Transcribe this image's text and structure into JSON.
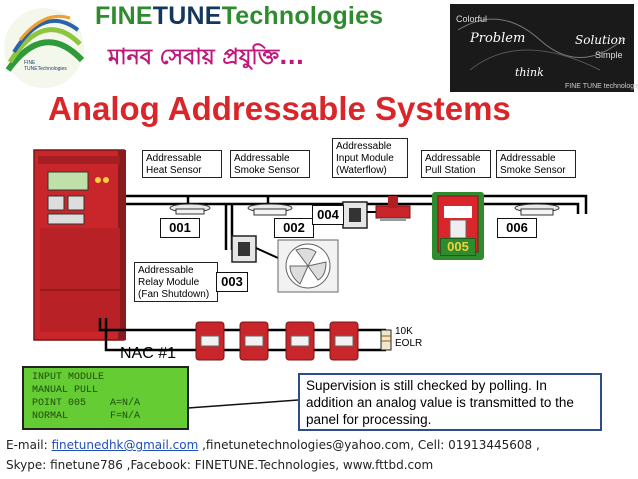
{
  "brand": {
    "title_part1": "FINE",
    "title_part2": "TUNE",
    "title_part3": "Technologies",
    "tagline": "মানব সেবায় প্রযুক্তি...",
    "logo_text": "FINE TUNETechnologies",
    "corner_image_words": [
      "Colorful",
      "Problem",
      "Solution",
      "Simple",
      "think",
      "FINE TUNE technologies"
    ]
  },
  "slide": {
    "title": "Analog Addressable Systems"
  },
  "devices": [
    {
      "label": "Addressable\nHeat Sensor",
      "address": "001"
    },
    {
      "label": "Addressable\nSmoke Sensor",
      "address": "002"
    },
    {
      "label": "Addressable\nRelay Module\n(Fan Shutdown)",
      "address": "003"
    },
    {
      "label": "Addressable\nInput Module\n(Waterflow)",
      "address": "004"
    },
    {
      "label": "Addressable\nPull Station",
      "address": "005"
    },
    {
      "label": "Addressable\nSmoke Sensor",
      "address": "006"
    }
  ],
  "nac": {
    "label": "NAC #1",
    "eolr": "10K\nEOLR"
  },
  "lcd": {
    "lines": [
      "INPUT MODULE",
      "MANUAL PULL",
      "POINT 005",
      "NORMAL"
    ],
    "values": [
      "A=N/A",
      "F=N/A"
    ]
  },
  "note": {
    "text": "Supervision is still checked by polling. In addition an analog value is transmitted to the panel for processing."
  },
  "footer": {
    "email_label": "E-mail: ",
    "email_link": "finetunedhk@gmail.com",
    "line1_rest": " ,finetunetechnologies@yahoo.com, Cell: 01913445608 ,",
    "line2": "Skype: finetune786 ,Facebook: FINETUNE.Technologies, www.fttbd.com"
  },
  "colors": {
    "brand_green": "#2e8b2e",
    "brand_navy": "#14375e",
    "tagline": "#c0187a",
    "title_red": "#d9262a",
    "panel_red": "#c8262a",
    "lcd_green": "#66cc33",
    "note_border": "#2b4d8a"
  },
  "icons": [
    "logo-icon",
    "fire-alarm-panel-icon",
    "heat-sensor-icon",
    "smoke-sensor-icon",
    "relay-module-icon",
    "fan-icon",
    "input-module-icon",
    "waterflow-valve-icon",
    "pull-station-icon",
    "strobe-horn-icon",
    "resistor-icon"
  ]
}
